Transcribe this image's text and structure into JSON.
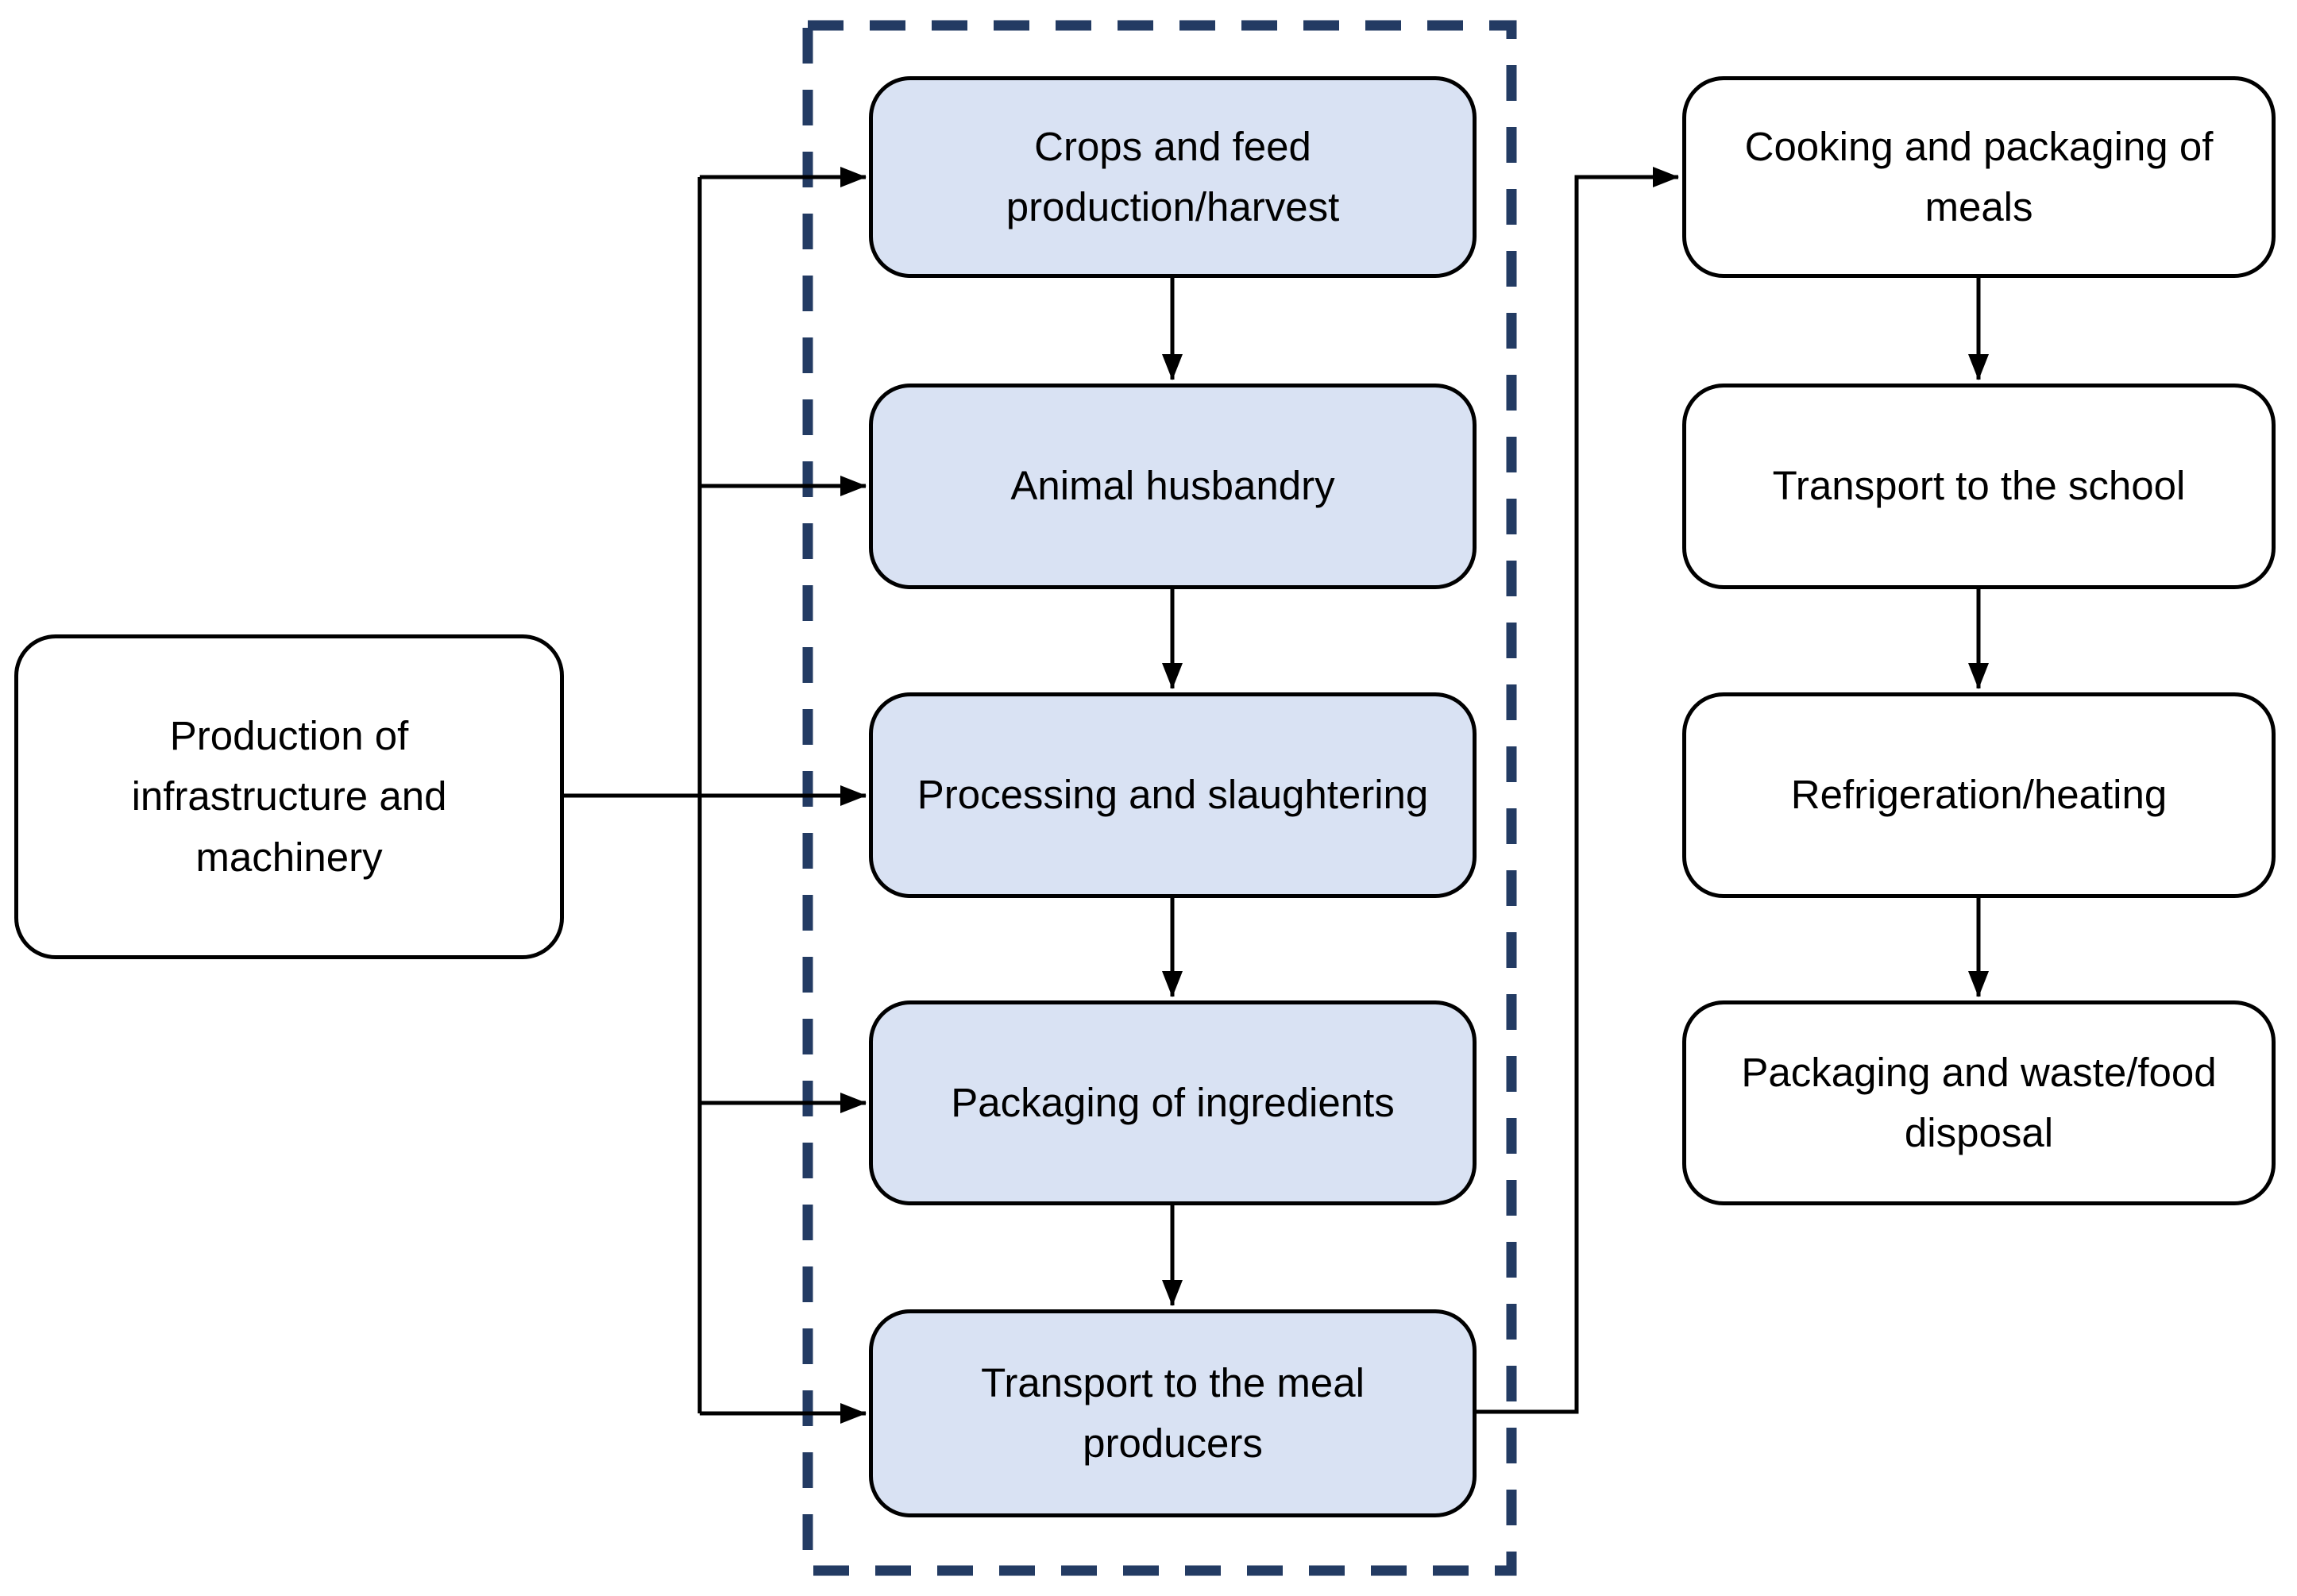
{
  "diagram": {
    "colors": {
      "background": "#ffffff",
      "line": "#000000",
      "node_border": "#000000",
      "node_fill_white": "#ffffff",
      "node_fill_blue": "#d9e2f3",
      "boundary_dashed": "#233b63",
      "text": "#000000"
    },
    "nodes": [
      {
        "id": "production-infrastructure",
        "label": "Production of\ninfrastructure and\nmachinery",
        "fill": "white"
      },
      {
        "id": "crops-feed",
        "label": "Crops and feed\nproduction/harvest",
        "fill": "blue"
      },
      {
        "id": "animal-husbandry",
        "label": "Animal husbandry",
        "fill": "blue"
      },
      {
        "id": "processing-slaughtering",
        "label": "Processing and slaughtering",
        "fill": "blue"
      },
      {
        "id": "packaging-ingredients",
        "label": "Packaging of ingredients",
        "fill": "blue"
      },
      {
        "id": "transport-meal-producers",
        "label": "Transport to the meal\nproducers",
        "fill": "blue"
      },
      {
        "id": "cooking-packaging-meals",
        "label": "Cooking and packaging of\nmeals",
        "fill": "white"
      },
      {
        "id": "transport-school",
        "label": "Transport to the school",
        "fill": "white"
      },
      {
        "id": "refrigeration-heating",
        "label": "Refrigeration/heating",
        "fill": "white"
      },
      {
        "id": "packaging-waste-disposal",
        "label": "Packaging and waste/food\ndisposal",
        "fill": "white"
      }
    ],
    "boundary": {
      "style": "dashed-rectangle",
      "encloses": [
        "crops-feed",
        "animal-husbandry",
        "processing-slaughtering",
        "packaging-ingredients",
        "transport-meal-producers"
      ]
    },
    "edges": [
      {
        "from": "production-infrastructure",
        "to": "crops-feed",
        "arrow": true
      },
      {
        "from": "production-infrastructure",
        "to": "animal-husbandry",
        "arrow": true
      },
      {
        "from": "production-infrastructure",
        "to": "processing-slaughtering",
        "arrow": true
      },
      {
        "from": "production-infrastructure",
        "to": "packaging-ingredients",
        "arrow": true
      },
      {
        "from": "production-infrastructure",
        "to": "transport-meal-producers",
        "arrow": true
      },
      {
        "from": "crops-feed",
        "to": "animal-husbandry",
        "arrow": true
      },
      {
        "from": "animal-husbandry",
        "to": "processing-slaughtering",
        "arrow": true
      },
      {
        "from": "processing-slaughtering",
        "to": "packaging-ingredients",
        "arrow": true
      },
      {
        "from": "packaging-ingredients",
        "to": "transport-meal-producers",
        "arrow": true
      },
      {
        "from": "transport-meal-producers",
        "to": "cooking-packaging-meals",
        "arrow": true
      },
      {
        "from": "cooking-packaging-meals",
        "to": "transport-school",
        "arrow": true
      },
      {
        "from": "transport-school",
        "to": "refrigeration-heating",
        "arrow": true
      },
      {
        "from": "refrigeration-heating",
        "to": "packaging-waste-disposal",
        "arrow": true
      }
    ]
  }
}
